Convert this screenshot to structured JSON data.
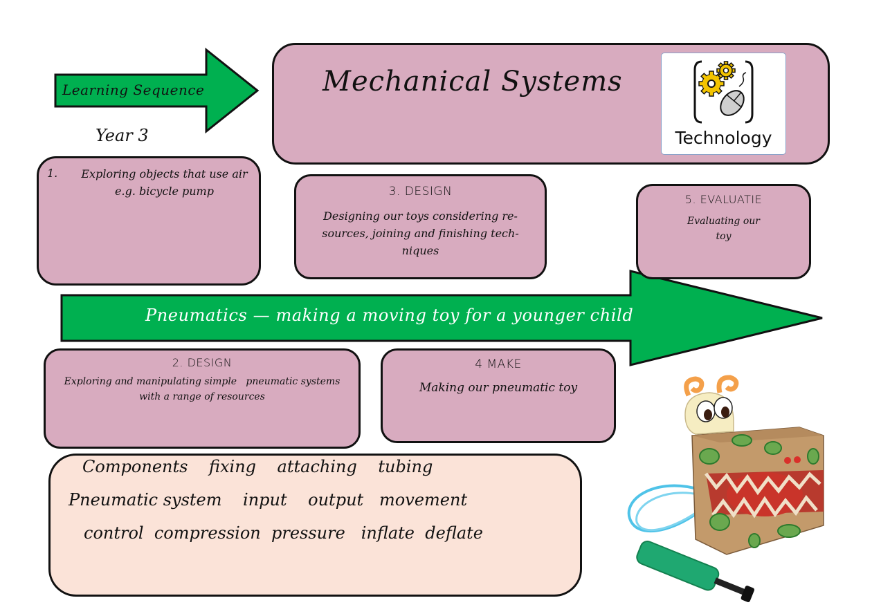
{
  "header": {
    "sequence_arrow_label": "Learning Sequence",
    "year_label": "Year 3",
    "title": "Mechanical Systems",
    "technology_badge": {
      "label": "Technology",
      "icon": "gears-and-mouse-icon"
    }
  },
  "main_arrow": {
    "label": "Pneumatics — making a moving toy for a younger child"
  },
  "steps": [
    {
      "number": "1.",
      "heading": "",
      "text": "Exploring objects that use air e.g. bicycle pump"
    },
    {
      "heading": "2. DESIGN",
      "text": "Exploring and manipulating simple   pneumatic systems with a range of resources"
    },
    {
      "heading": "3. DESIGN",
      "text": "Designing our toys considering re-sources, joining and finishing tech-niques"
    },
    {
      "heading": "4 MAKE",
      "text": "Making our pneumatic toy"
    },
    {
      "heading": "5. EVALUATIE",
      "text": "Evaluating our toy"
    }
  ],
  "vocabulary": {
    "lines": [
      "Components    fixing    attaching    tubing",
      "Pneumatic system    input    output   movement",
      "control  compression  pressure   inflate  deflate"
    ]
  },
  "image": {
    "alt": "Cardboard box monster toy with pneumatic pump and blue tubing"
  },
  "colors": {
    "box_fill": "#d8abbf",
    "arrow_fill": "#00b050",
    "vocab_fill": "#fbe3d8",
    "outline": "#111111"
  }
}
